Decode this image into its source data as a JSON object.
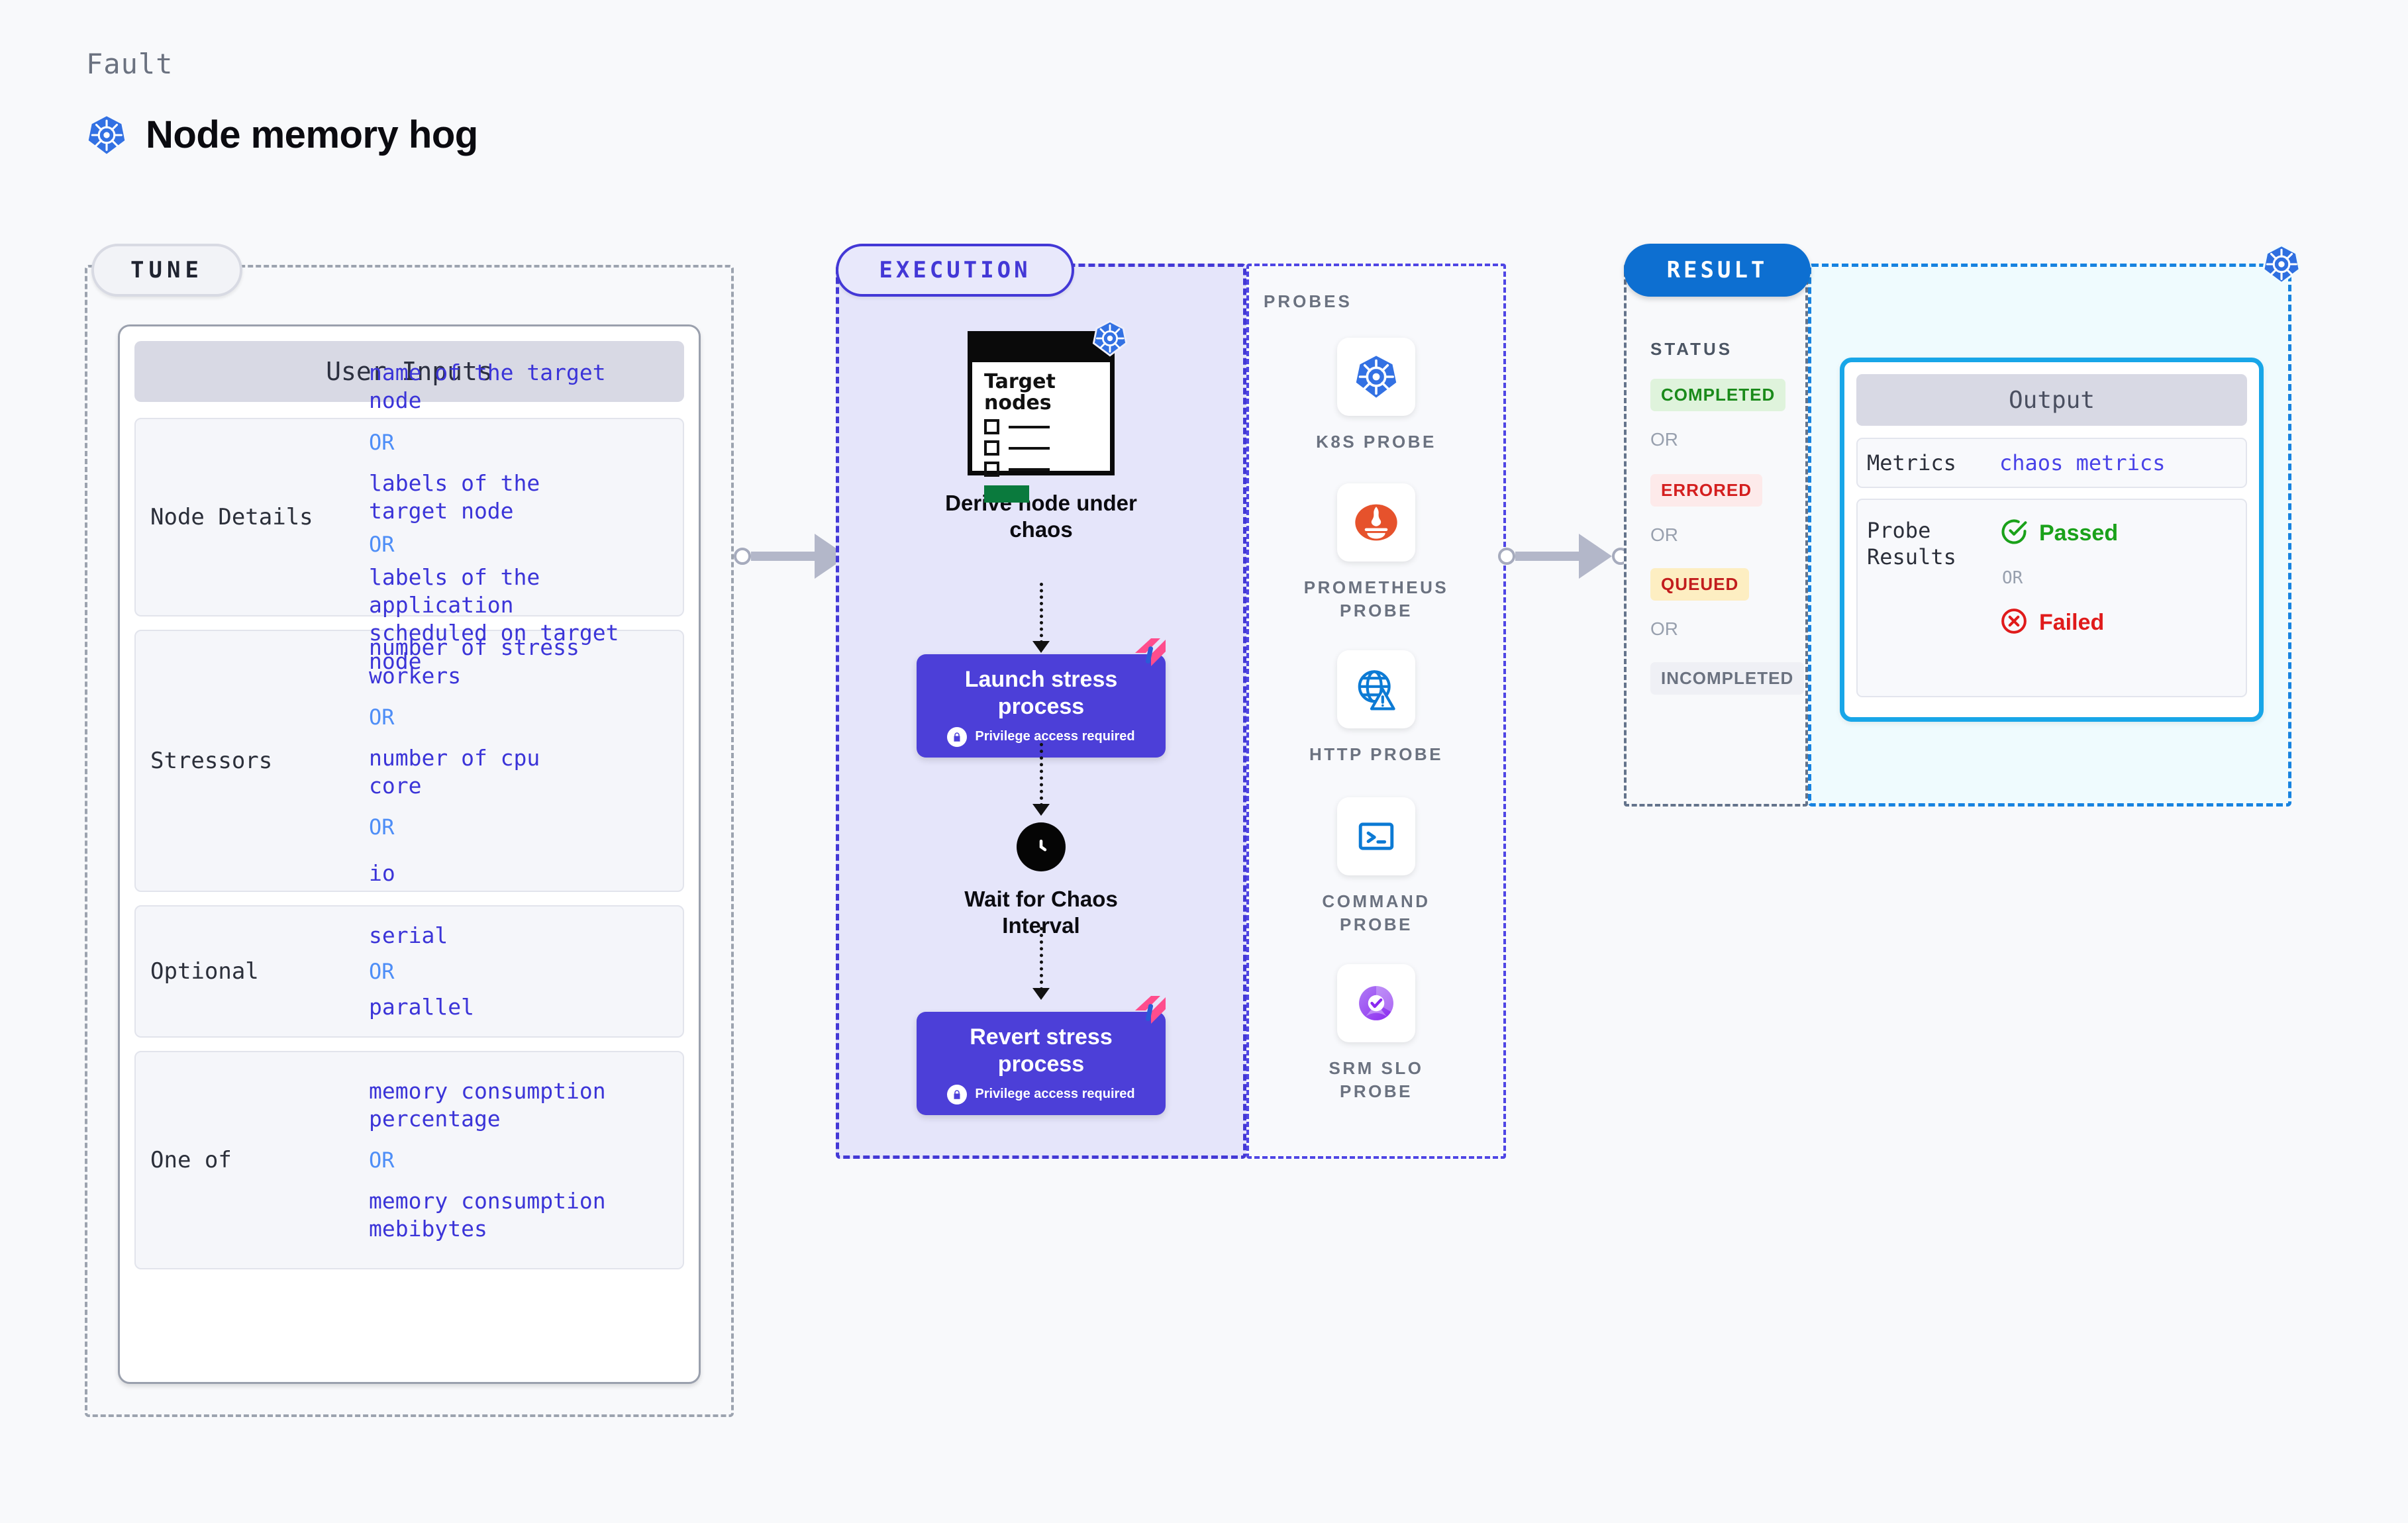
{
  "header": {
    "eyebrow": "Fault",
    "title": "Node memory hog",
    "icon": "kubernetes-icon"
  },
  "tune": {
    "pill_label": "TUNE",
    "card_title": "User Inputs",
    "or_label": "OR",
    "sections": [
      {
        "label": "Node Details",
        "values": [
          "name of the target\nnode",
          "labels of the\ntarget node",
          "labels of the application\n scheduled on target node"
        ]
      },
      {
        "label": "Stressors",
        "values": [
          "number of stress\nworkers",
          "number of cpu\ncore",
          "io"
        ]
      },
      {
        "label": "Optional",
        "values": [
          "serial",
          "parallel"
        ]
      },
      {
        "label": "One of",
        "values": [
          "memory consumption\npercentage",
          "memory consumption\nmebibytes"
        ]
      }
    ]
  },
  "execution": {
    "pill_label": "EXECUTION",
    "flow": [
      {
        "type": "terminal",
        "card_title": "Target\nnodes",
        "caption": "Derive node under\nchaos",
        "icon": "kubernetes-icon"
      },
      {
        "type": "step",
        "title": "Launch stress\nprocess",
        "sub": "Privilege access required",
        "icon": "lock-icon",
        "badge": "harness-logo-icon"
      },
      {
        "type": "clock",
        "caption": "Wait for Chaos\nInterval",
        "icon": "clock-icon"
      },
      {
        "type": "step",
        "title": "Revert stress\nprocess",
        "sub": "Privilege access required",
        "icon": "lock-icon",
        "badge": "harness-logo-icon"
      }
    ]
  },
  "probes": {
    "caption": "PROBES",
    "items": [
      {
        "label": "K8S PROBE",
        "icon": "kubernetes-icon"
      },
      {
        "label": "PROMETHEUS\nPROBE",
        "icon": "prometheus-icon"
      },
      {
        "label": "HTTP PROBE",
        "icon": "globe-warning-icon"
      },
      {
        "label": "COMMAND\nPROBE",
        "icon": "terminal-prompt-icon"
      },
      {
        "label": "SRM SLO\nPROBE",
        "icon": "slo-donut-check-icon"
      }
    ]
  },
  "result": {
    "pill_label": "RESULT",
    "status_caption": "STATUS",
    "or_label": "OR",
    "statuses": [
      {
        "label": "COMPLETED",
        "bg": "#dff3dc",
        "fg": "#1a8a1a"
      },
      {
        "label": "ERRORED",
        "bg": "#fdeaea",
        "fg": "#d41f1f"
      },
      {
        "label": "QUEUED",
        "bg": "#fdeec2",
        "fg": "#c21d1d"
      },
      {
        "label": "INCOMPLETED",
        "bg": "#eff0f5",
        "fg": "#6b7280"
      }
    ]
  },
  "output": {
    "card_title": "Output",
    "metrics_label": "Metrics",
    "metrics_value": "chaos metrics",
    "probe_results_label": "Probe\nResults",
    "passed_label": "Passed",
    "failed_label": "Failed",
    "or_label": "OR",
    "passed_color": "#1aa11a",
    "failed_color": "#e01b1b",
    "corner_icon": "kubernetes-icon"
  },
  "connectors": [
    {
      "name": "tune-to-execution"
    },
    {
      "name": "execution-to-result"
    }
  ]
}
